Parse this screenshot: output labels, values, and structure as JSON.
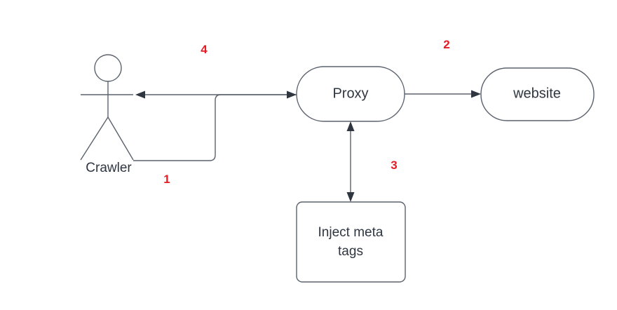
{
  "diagram": {
    "nodes": {
      "crawler": {
        "label": "Crawler"
      },
      "proxy": {
        "label": "Proxy"
      },
      "website": {
        "label": "website"
      },
      "inject_meta_tags": {
        "label": "Inject  meta\ntags"
      }
    },
    "step_labels": {
      "step1": "1",
      "step2": "2",
      "step3": "3",
      "step4": "4"
    },
    "colors": {
      "line": "#5b626d",
      "arrowhead": "#2f3640",
      "node_text": "#2f3640",
      "step_number": "#e51c23",
      "background": "#ffffff"
    }
  }
}
